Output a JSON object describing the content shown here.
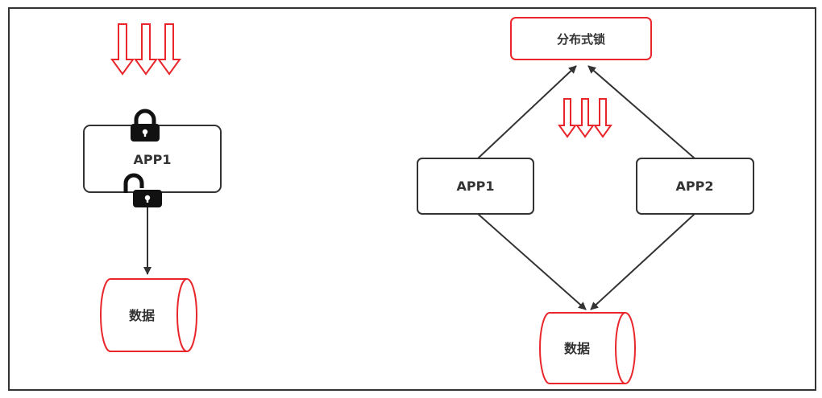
{
  "left": {
    "app_label": "APP1",
    "data_label": "数据",
    "lock_closed_icon": "lock-closed-icon",
    "lock_open_icon": "lock-open-icon"
  },
  "right": {
    "lock_label": "分布式锁",
    "app1_label": "APP1",
    "app2_label": "APP2",
    "data_label": "数据"
  },
  "colors": {
    "accent_red": "#e8262b",
    "stroke": "#333333",
    "background": "#ffffff"
  }
}
